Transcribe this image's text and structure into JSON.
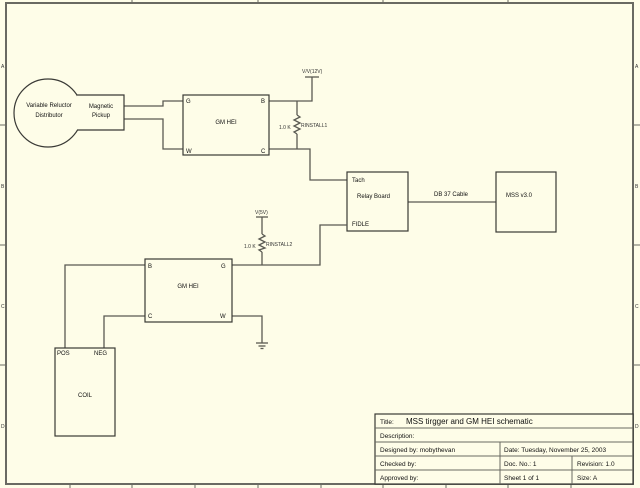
{
  "colors": {
    "background": "#fefde8",
    "wire": "#5a5a52",
    "frame": "#6a6a62",
    "text": "#111111"
  },
  "zones": {
    "rows": [
      "A",
      "B",
      "C",
      "D"
    ]
  },
  "components": {
    "distributor": {
      "line1": "Variable Reluctor",
      "line2": "Distributor"
    },
    "pickup": {
      "line1": "Magnetic",
      "line2": "Pickup"
    },
    "hei1": {
      "title": "GM HEI",
      "pin_g": "G",
      "pin_b": "B",
      "pin_w": "W",
      "pin_c": "C"
    },
    "vcc12": {
      "label": "V/V(12V)"
    },
    "r1": {
      "value": "1.0 K",
      "name": "RINSTALL1"
    },
    "relay": {
      "pin_tach": "Tach",
      "title": "Relay Board",
      "pin_fidle": "FIDLE"
    },
    "cable": {
      "label": "DB 37 Cable"
    },
    "mss": {
      "title": "MSS v3.0"
    },
    "vcc5": {
      "label": "V(5V)"
    },
    "r2": {
      "value": "1.0 K",
      "name": "RINSTALL2"
    },
    "hei2": {
      "title": "GM HEI",
      "pin_b": "B",
      "pin_g": "G",
      "pin_c": "C",
      "pin_w": "W"
    },
    "coil": {
      "title": "COIL",
      "pin_pos": "POS",
      "pin_neg": "NEG"
    },
    "ground": {
      "icon": "ground-icon"
    }
  },
  "title_block": {
    "title_label": "Title:",
    "title_value": "MSS tirgger and GM HEI schematic",
    "description_label": "Description:",
    "designed_by": "Designed by: mobythevan",
    "date": "Date: Tuesday, November 25, 2003",
    "checked_by": "Checked by:",
    "doc_no": "Doc. No.: 1",
    "revision": "Revision: 1.0",
    "approved_by": "Approved by:",
    "sheet": "Sheet 1 of 1",
    "size": "Size: A"
  }
}
